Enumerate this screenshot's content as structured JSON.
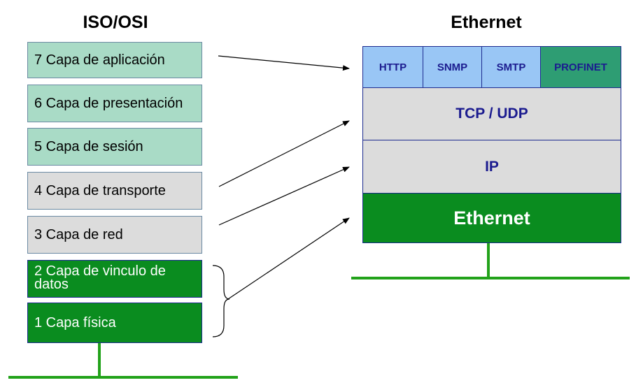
{
  "osi": {
    "title": "ISO/OSI",
    "layers": [
      {
        "label": "7 Capa de aplicación"
      },
      {
        "label": "6 Capa de presentación"
      },
      {
        "label": "5 Capa de sesión"
      },
      {
        "label": "4 Capa de transporte"
      },
      {
        "label": "3 Capa de red"
      },
      {
        "label": "2 Capa de vinculo de datos"
      },
      {
        "label": "1 Capa física"
      }
    ]
  },
  "ethernet": {
    "title": "Ethernet",
    "protocols": [
      "HTTP",
      "SNMP",
      "SMTP",
      "PROFINET"
    ],
    "transport": "TCP / UDP",
    "network": "IP",
    "base": "Ethernet"
  },
  "colors": {
    "osi_upper": "#a9dbc6",
    "osi_middle": "#dcdcdc",
    "osi_lower": "#0a8c1f",
    "protocol_blue": "#99c6f5",
    "profinet_green": "#2e9d73",
    "network_line": "#22a21a",
    "text_blue": "#1b1b8f"
  }
}
